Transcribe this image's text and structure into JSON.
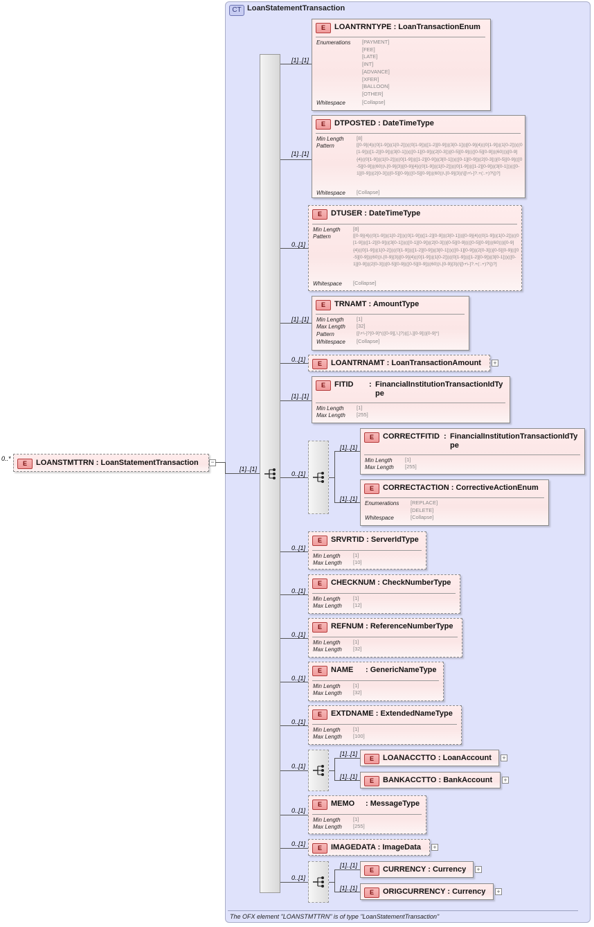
{
  "complex_type": {
    "badge": "CT",
    "name": "LoanStatementTransaction",
    "footer": "The OFX element \"LOANSTMTTRN\" is of type \"LoanStatementTransaction\""
  },
  "root": {
    "badge": "E",
    "cardinality": "0..*",
    "name": "LOANSTMTTRN",
    "sep": ":",
    "type": "LoanStatementTransaction",
    "expand": "−"
  },
  "sequence": {
    "cardinality": "[1]..[1]"
  },
  "elements": {
    "loantrntype": {
      "card": "[1]..[1]",
      "name": "LOANTRNTYPE",
      "type": "LoanTransactionEnum",
      "f1": "Enumerations",
      "v1": "[PAYMENT]\n[FEE]\n[LATE]\n[INT]\n[ADVANCE]\n[XFER]\n[BALLOON]\n[OTHER]",
      "f2": "Whitespace",
      "v2": "[Collapse]"
    },
    "dtposted": {
      "card": "[1]..[1]",
      "name": "DTPOSTED",
      "type": "DateTimeType",
      "f1": "Min Length",
      "v1": "[8]",
      "f2": "Pattern",
      "v2": "[[0-9]{4}((0[1-9])|(1[0-2]))((0[1-9])|([1-2][0-9])|(3[0-1]))|[0-9]{4}((0[1-9])|(1[0-2]))((0[1-9])|([1-2][0-9])|(3[0-1]))(([0-1][0-9])|(2[0-3]))[0-5][0-9]((([0-5][0-9])|(60)))|[0-9]{4}((0[1-9])|(1[0-2]))((0[1-9])|([1-2][0-9])|(3[0-1]))(([0-1][0-9])|(2[0-3]))[0-5][0-9](([0-5][0-9])|(60))\\.[0-9]{3}|[0-9]{4}((0[1-9])|(1[0-2]))((0[1-9])|([1-2][0-9])|(3[0-1]))(([0-1][0-9])|(2[0-3]))[0-5][0-9](([0-5][0-9])|(60))\\.[0-9]{3}(\\[[\\+\\-]?.+(:.+)?\\])?]",
      "f3": "Whitespace",
      "v3": "[Collapse]"
    },
    "dtuser": {
      "card": "0..[1]",
      "name": "DTUSER",
      "type": "DateTimeType",
      "f1": "Min Length",
      "v1": "[8]",
      "f2": "Pattern",
      "v2": "[[0-9]{4}((0[1-9])|(1[0-2]))((0[1-9])|([1-2][0-9])|(3[0-1]))|[0-9]{4}((0[1-9])|(1[0-2]))((0[1-9])|([1-2][0-9])|(3[0-1]))(([0-1][0-9])|(2[0-3]))[0-5][0-9]((([0-5][0-9])|(60)))|[0-9]{4}((0[1-9])|(1[0-2]))((0[1-9])|([1-2][0-9])|(3[0-1]))(([0-1][0-9])|(2[0-3]))[0-5][0-9](([0-5][0-9])|(60))\\.[0-9]{3}|[0-9]{4}((0[1-9])|(1[0-2]))((0[1-9])|([1-2][0-9])|(3[0-1]))(([0-1][0-9])|(2[0-3]))[0-5][0-9](([0-5][0-9])|(60))\\.[0-9]{3}(\\[[\\+\\-]?.+(:.+)?\\])?]",
      "f3": "Whitespace",
      "v3": "[Collapse]"
    },
    "trnamt": {
      "card": "[1]..[1]",
      "name": "TRNAMT",
      "type": "AmountType",
      "f1": "Min Length",
      "v1": "[1]",
      "f2": "Max Length",
      "v2": "[32]",
      "f3": "Pattern",
      "v3": "[[\\+\\-]?[0-9]*(([0-9][,\\.]?)|([,\\.][0-9]))[0-9]*]",
      "f4": "Whitespace",
      "v4": "[Collapse]"
    },
    "loantrnamt": {
      "card": "0..[1]",
      "name": "LOANTRNAMT",
      "type": "LoanTransactionAmount",
      "expand": "+"
    },
    "fitid": {
      "card": "[1]..[1]",
      "name": "FITID",
      "type": "FinancialInstitutionTransactionIdTy\npe",
      "f1": "Min Length",
      "v1": "[1]",
      "f2": "Max Length",
      "v2": "[255]"
    },
    "choice1": {
      "card": "0..[1]"
    },
    "correctfitid": {
      "card": "[1]..[1]",
      "name": "CORRECTFITID",
      "type": "FinancialInstitutionTransactionIdTy\npe",
      "f1": "Min Length",
      "v1": "[1]",
      "f2": "Max Length",
      "v2": "[255]"
    },
    "correctaction": {
      "card": "[1]..[1]",
      "name": "CORRECTACTION",
      "type": "CorrectiveActionEnum",
      "f1": "Enumerations",
      "v1": "[REPLACE]\n[DELETE]",
      "f2": "Whitespace",
      "v2": "[Collapse]"
    },
    "srvrtid": {
      "card": "0..[1]",
      "name": "SRVRTID",
      "type": "ServerIdType",
      "f1": "Min Length",
      "v1": "[1]",
      "f2": "Max Length",
      "v2": "[10]"
    },
    "checknum": {
      "card": "0..[1]",
      "name": "CHECKNUM",
      "type": "CheckNumberType",
      "f1": "Min Length",
      "v1": "[1]",
      "f2": "Max Length",
      "v2": "[12]"
    },
    "refnum": {
      "card": "0..[1]",
      "name": "REFNUM",
      "type": "ReferenceNumberType",
      "f1": "Min Length",
      "v1": "[1]",
      "f2": "Max Length",
      "v2": "[32]"
    },
    "name": {
      "card": "0..[1]",
      "name": "NAME",
      "type": "GenericNameType",
      "f1": "Min Length",
      "v1": "[1]",
      "f2": "Max Length",
      "v2": "[32]"
    },
    "extdname": {
      "card": "0..[1]",
      "name": "EXTDNAME",
      "type": "ExtendedNameType",
      "f1": "Min Length",
      "v1": "[1]",
      "f2": "Max Length",
      "v2": "[100]"
    },
    "choice2": {
      "card": "0..[1]"
    },
    "loanacctto": {
      "card": "[1]..[1]",
      "name": "LOANACCTTO",
      "type": "LoanAccount",
      "expand": "+"
    },
    "bankacctto": {
      "card": "[1]..[1]",
      "name": "BANKACCTTO",
      "type": "BankAccount",
      "expand": "+"
    },
    "memo": {
      "card": "0..[1]",
      "name": "MEMO",
      "type": "MessageType",
      "f1": "Min Length",
      "v1": "[1]",
      "f2": "Max Length",
      "v2": "[255]"
    },
    "imagedata": {
      "card": "0..[1]",
      "name": "IMAGEDATA",
      "type": "ImageData",
      "expand": "+"
    },
    "choice3": {
      "card": "0..[1]"
    },
    "currency": {
      "card": "[1]..[1]",
      "name": "CURRENCY",
      "type": "Currency",
      "expand": "+"
    },
    "origcurrency": {
      "card": "[1]..[1]",
      "name": "ORIGCURRENCY",
      "type": "Currency",
      "expand": "+"
    }
  },
  "badge_letter": "E",
  "colon": ":"
}
